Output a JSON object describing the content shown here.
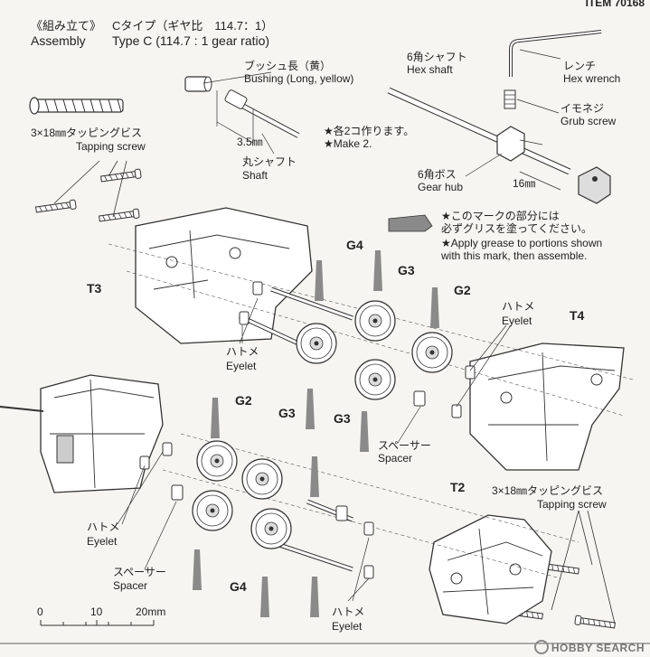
{
  "header": {
    "item_no": "ITEM 70168",
    "section_jp": "《組み立て》",
    "section_en": "Assembly",
    "type_jp": "Cタイプ（ギヤ比　114.7：1）",
    "type_en": "Type C (114.7 : 1 gear ratio)"
  },
  "parts": {
    "bushing_jp": "ブッシュ長（黄）",
    "bushing_en": "Bushing (Long, yellow)",
    "dim_35": "3.5㎜",
    "shaft_jp": "丸シャフト",
    "shaft_en": "Shaft",
    "hex_shaft_jp": "6角シャフト",
    "hex_shaft_en": "Hex shaft",
    "wrench_jp": "レンチ",
    "wrench_en": "Hex wrench",
    "grub_jp": "イモネジ",
    "grub_en": "Grub screw",
    "gear_hub_jp": "6角ボス",
    "gear_hub_en": "Gear hub",
    "dim_16": "16㎜",
    "tap_jp": "3×18㎜タッピングビス",
    "tap_en": "Tapping screw",
    "eyelet_jp": "ハトメ",
    "eyelet_en": "Eyelet",
    "spacer_jp": "スペーサー",
    "spacer_en": "Spacer"
  },
  "notes": {
    "make2_jp": "★各2コ作ります。",
    "make2_en": "★Make 2.",
    "grease_jp1": "★このマークの部分には",
    "grease_jp2": "必ずグリスを塗ってください。",
    "grease_en1": "★Apply grease to portions shown",
    "grease_en2": "with this mark, then assemble."
  },
  "labels": {
    "t2": "T2",
    "t3": "T3",
    "t4": "T4",
    "g2": "G2",
    "g3": "G3",
    "g4": "G4"
  },
  "scale": {
    "s0": "0",
    "s10": "10",
    "s20": "20mm"
  },
  "watermark": "HOBBY SEARCH",
  "colors": {
    "line": "#333333",
    "grease": "#8a8a8a",
    "paper": "#f6f5f1"
  }
}
